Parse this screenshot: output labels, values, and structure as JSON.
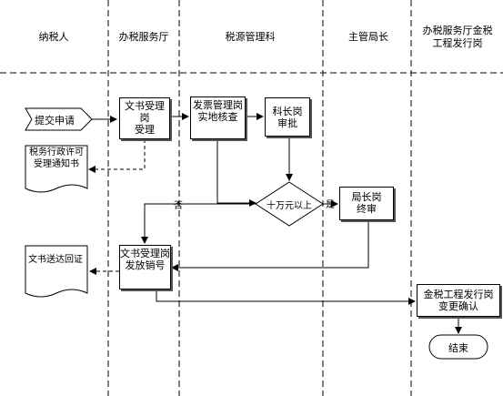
{
  "lanes": {
    "taxpayer": "纳税人",
    "service_hall": "办税服务厅",
    "tax_source": "税源管理科",
    "director": "主管局长",
    "golden_tax": "办税服务厅金税工程发行岗"
  },
  "nodes": {
    "submit": "提交申请",
    "notice_doc": "税务行政许可受理通知书",
    "accept_box_line1": "文书受理岗",
    "accept_box_line2": "受理",
    "inspect_line1": "发票管理岗",
    "inspect_line2": "实地核查",
    "section_chief_line1": "科长岗",
    "section_chief_line2": "审批",
    "decision": "十万元以上",
    "director_line1": "局长岗",
    "director_line2": "终审",
    "issue_line1": "文书受理岗",
    "issue_line2": "发放销号",
    "receipt_doc": "文书送达回证",
    "confirm_line1": "金税工程发行岗",
    "confirm_line2": "变更确认",
    "end": "结束"
  },
  "edge_labels": {
    "no": "否",
    "yes": "是"
  }
}
